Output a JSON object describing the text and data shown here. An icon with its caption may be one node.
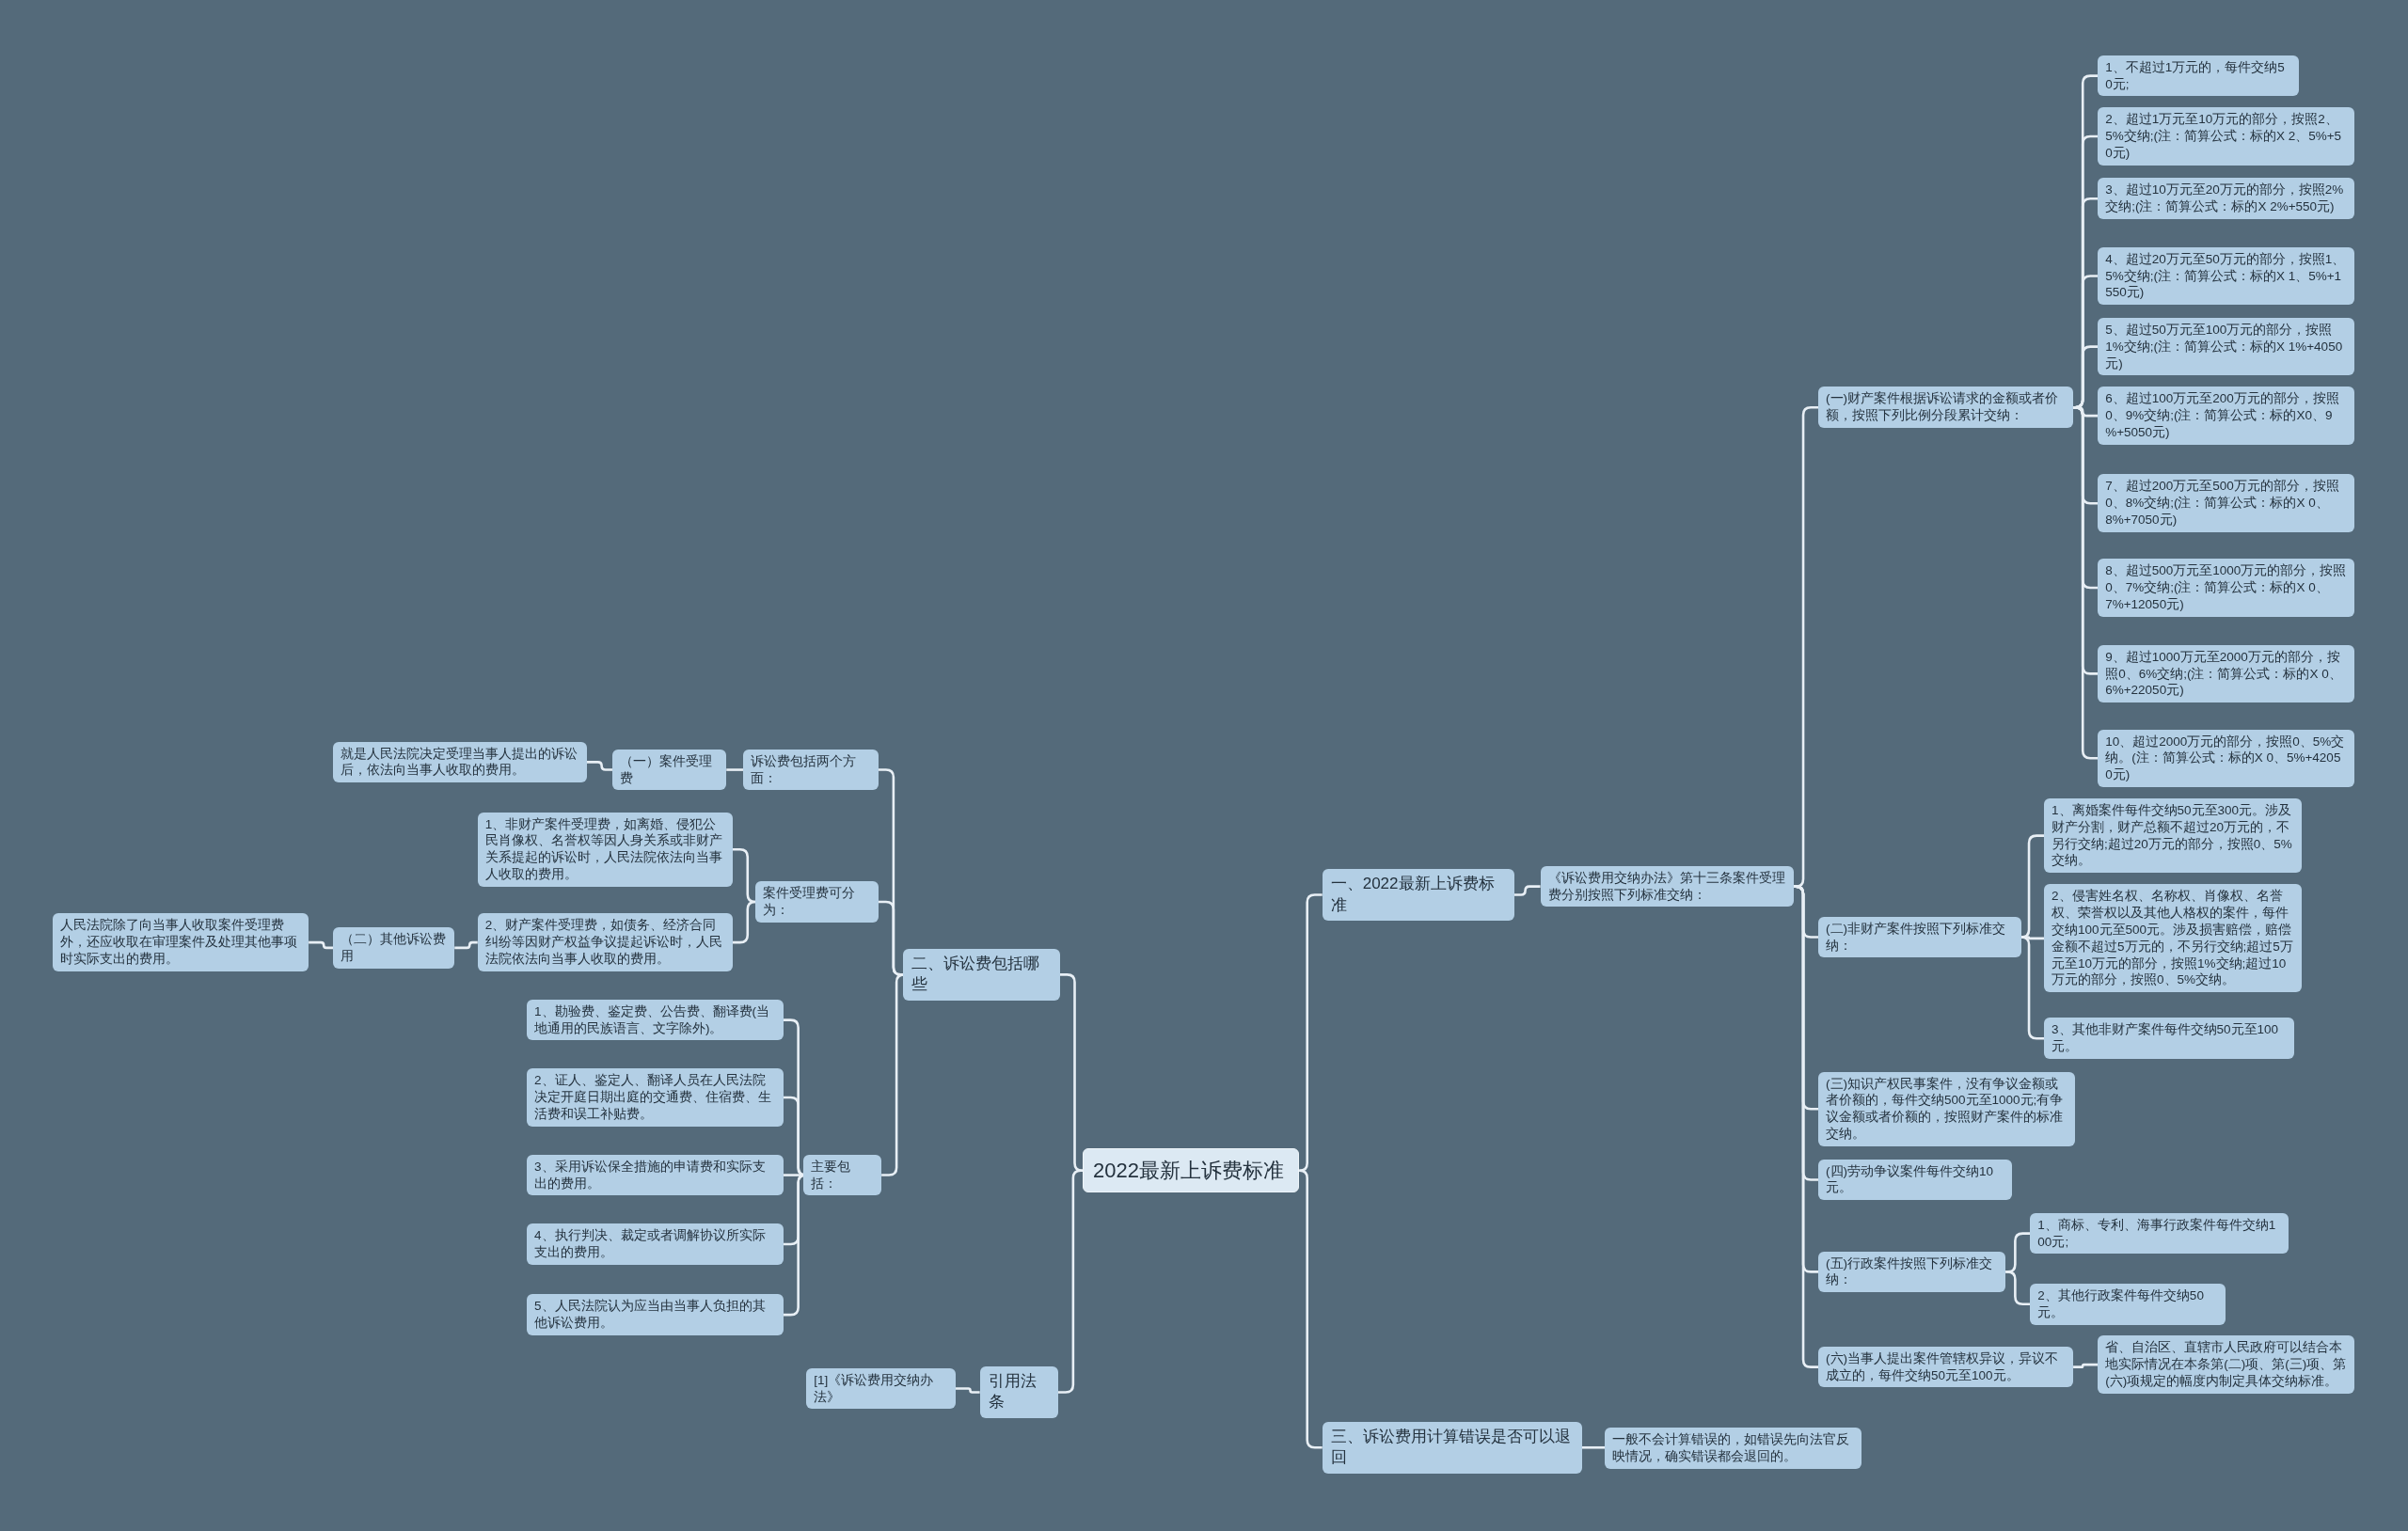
{
  "diagram": {
    "nodes": [
      {
        "text": [
          "2022最新上诉费标准"
        ]
      },
      {
        "text": [
          "一、2022最新上诉费标准"
        ]
      },
      {
        "text": [
          "《诉讼费用交纳办法》第十三条案件受理费分别按照下列标准交纳："
        ]
      },
      {
        "text": [
          "(一)财产案件根据诉讼请求的金额或者价额，按照下列比例分段累计交纳："
        ]
      },
      {
        "text": [
          "1、不超过1万元的，每件交纳50元;"
        ]
      },
      {
        "text": [
          "2、超过1万元至10万元的部分，按照2、5%交纳;(注：简算公式：标的X 2、5%+50元)"
        ]
      },
      {
        "text": [
          "3、超过10万元至20万元的部分，按照2%交纳;(注：简算公式：标的X 2%+550元)"
        ]
      },
      {
        "text": [
          "4、超过20万元至50万元的部分，按照1、5%交纳;(注：简算公式：标的X 1、5%+1550元)"
        ]
      },
      {
        "text": [
          "5、超过50万元至100万元的部分，按照1%交纳;(注：简算公式：标的X 1%+4050元)"
        ]
      },
      {
        "text": [
          "6、超过100万元至200万元的部分，按照0、9%交纳;(注：简算公式：标的X0、9 %+5050元)"
        ]
      },
      {
        "text": [
          "7、超过200万元至500万元的部分，按照0、8%交纳;(注：简算公式：标的X 0、8%+7050元)"
        ]
      },
      {
        "text": [
          "8、超过500万元至1000万元的部分，按照0、7%交纳;(注：简算公式：标的X 0、7%+12050元)"
        ]
      },
      {
        "text": [
          "9、超过1000万元至2000万元的部分，按照0、6%交纳;(注：简算公式：标的X 0、6%+22050元)"
        ]
      },
      {
        "text": [
          "10、超过2000万元的部分，按照0、5%交纳。(注：简算公式：标的X 0、5%+42050元)"
        ]
      },
      {
        "text": [
          "(二)非财产案件按照下列标准交纳："
        ]
      },
      {
        "text": [
          "1、离婚案件每件交纳50元至300元。涉及财产分割，财产总额不超过20万元的，不另行交纳;超过20万元的部分，按照0、5%交纳。"
        ]
      },
      {
        "text": [
          "2、侵害姓名权、名称权、肖像权、名誉权、荣誉权以及其他人格权的案件，每件交纳100元至500元。涉及损害赔偿，赔偿金额不超过5万元的，不另行交纳;超过5万元至10万元的部分，按照1%交纳;超过10万元的部分，按照0、5%交纳。"
        ]
      },
      {
        "text": [
          "3、其他非财产案件每件交纳50元至100元。"
        ]
      },
      {
        "text": [
          "(三)知识产权民事案件，没有争议金额或者价额的，每件交纳500元至1000元;有争议金额或者价额的，按照财产案件的标准交纳。"
        ]
      },
      {
        "text": [
          "(四)劳动争议案件每件交纳10元。"
        ]
      },
      {
        "text": [
          "(五)行政案件按照下列标准交纳："
        ]
      },
      {
        "text": [
          "1、商标、专利、海事行政案件每件交纳100元;"
        ]
      },
      {
        "text": [
          "2、其他行政案件每件交纳50元。"
        ]
      },
      {
        "text": [
          "(六)当事人提出案件管辖权异议，异议不成立的，每件交纳50元至100元。"
        ]
      },
      {
        "text": [
          "省、自治区、直辖市人民政府可以结合本地实际情况在本条第(二)项、第(三)项、第(六)项规定的幅度内制定具体交纳标准。"
        ]
      },
      {
        "text": [
          "三、诉讼费用计算错误是否可以退回"
        ]
      },
      {
        "text": [
          "一般不会计算错误的，如错误先向法官反映情况，确实错误都会退回的。"
        ]
      },
      {
        "text": [
          "二、诉讼费包括哪些"
        ]
      },
      {
        "text": [
          "诉讼费包括两个方面："
        ]
      },
      {
        "text": [
          "（一）案件受理费"
        ]
      },
      {
        "text": [
          "就是人民法院决定受理当事人提出的诉讼后，依法向当事人收取的费用。"
        ]
      },
      {
        "text": [
          "案件受理费可分为："
        ]
      },
      {
        "text": [
          "1、非财产案件受理费，如离婚、侵犯公民肖像权、名誉权等因人身关系或非财产关系提起的诉讼时，人民法院依法向当事人收取的费用。"
        ]
      },
      {
        "text": [
          "2、财产案件受理费，如债务、经济合同纠纷等因财产权益争议提起诉讼时，人民法院依法向当事人收取的费用。"
        ]
      },
      {
        "text": [
          "（二）其他诉讼费用"
        ]
      },
      {
        "text": [
          "人民法院除了向当事人收取案件受理费外，还应收取在审理案件及处理其他事项时实际支出的费用。"
        ]
      },
      {
        "text": [
          "主要包括："
        ]
      },
      {
        "text": [
          "1、勘验费、鉴定费、公告费、翻译费(当地通用的民族语言、文字除外)。"
        ]
      },
      {
        "text": [
          "2、证人、鉴定人、翻译人员在人民法院决定开庭日期出庭的交通费、住宿费、生活费和误工补贴费。"
        ]
      },
      {
        "text": [
          "3、采用诉讼保全措施的申请费和实际支出的费用。"
        ]
      },
      {
        "text": [
          "4、执行判决、裁定或者调解协议所实际支出的费用。"
        ]
      },
      {
        "text": [
          "5、人民法院认为应当由当事人负担的其他诉讼费用。"
        ]
      },
      {
        "text": [
          "引用法条"
        ]
      },
      {
        "text": [
          "[1]《诉讼费用交纳办法》"
        ]
      }
    ],
    "edges": [
      {
        "from": 0,
        "to": 1,
        "arrow": "none"
      },
      {
        "from": 0,
        "to": 25,
        "arrow": "none"
      },
      {
        "from": 0,
        "to": 27,
        "arrow": "none"
      },
      {
        "from": 0,
        "to": 42,
        "arrow": "none"
      },
      {
        "from": 1,
        "to": 2,
        "arrow": "none"
      },
      {
        "from": 2,
        "to": 3,
        "arrow": "none"
      },
      {
        "from": 2,
        "to": 14,
        "arrow": "none"
      },
      {
        "from": 2,
        "to": 18,
        "arrow": "none"
      },
      {
        "from": 2,
        "to": 19,
        "arrow": "none"
      },
      {
        "from": 2,
        "to": 20,
        "arrow": "none"
      },
      {
        "from": 2,
        "to": 23,
        "arrow": "none"
      },
      {
        "from": 3,
        "to": 4,
        "arrow": "none"
      },
      {
        "from": 3,
        "to": 5,
        "arrow": "none"
      },
      {
        "from": 3,
        "to": 6,
        "arrow": "none"
      },
      {
        "from": 3,
        "to": 7,
        "arrow": "none"
      },
      {
        "from": 3,
        "to": 8,
        "arrow": "none"
      },
      {
        "from": 3,
        "to": 9,
        "arrow": "none"
      },
      {
        "from": 3,
        "to": 10,
        "arrow": "none"
      },
      {
        "from": 3,
        "to": 11,
        "arrow": "none"
      },
      {
        "from": 3,
        "to": 12,
        "arrow": "none"
      },
      {
        "from": 3,
        "to": 13,
        "arrow": "none"
      },
      {
        "from": 14,
        "to": 15,
        "arrow": "none"
      },
      {
        "from": 14,
        "to": 16,
        "arrow": "none"
      },
      {
        "from": 14,
        "to": 17,
        "arrow": "none"
      },
      {
        "from": 20,
        "to": 21,
        "arrow": "none"
      },
      {
        "from": 20,
        "to": 22,
        "arrow": "none"
      },
      {
        "from": 23,
        "to": 24,
        "arrow": "none"
      },
      {
        "from": 25,
        "to": 26,
        "arrow": "none"
      },
      {
        "from": 27,
        "to": 28,
        "arrow": "none"
      },
      {
        "from": 27,
        "to": 31,
        "arrow": "none"
      },
      {
        "from": 27,
        "to": 36,
        "arrow": "none"
      },
      {
        "from": 28,
        "to": 29,
        "arrow": "none"
      },
      {
        "from": 29,
        "to": 30,
        "arrow": "none"
      },
      {
        "from": 31,
        "to": 32,
        "arrow": "none"
      },
      {
        "from": 31,
        "to": 33,
        "arrow": "none"
      },
      {
        "from": 33,
        "to": 34,
        "arrow": "none"
      },
      {
        "from": 34,
        "to": 35,
        "arrow": "none"
      },
      {
        "from": 36,
        "to": 37,
        "arrow": "none"
      },
      {
        "from": 36,
        "to": 38,
        "arrow": "none"
      },
      {
        "from": 36,
        "to": 39,
        "arrow": "none"
      },
      {
        "from": 36,
        "to": 40,
        "arrow": "none"
      },
      {
        "from": 36,
        "to": 41,
        "arrow": "none"
      },
      {
        "from": 42,
        "to": 43,
        "arrow": "none"
      }
    ]
  }
}
